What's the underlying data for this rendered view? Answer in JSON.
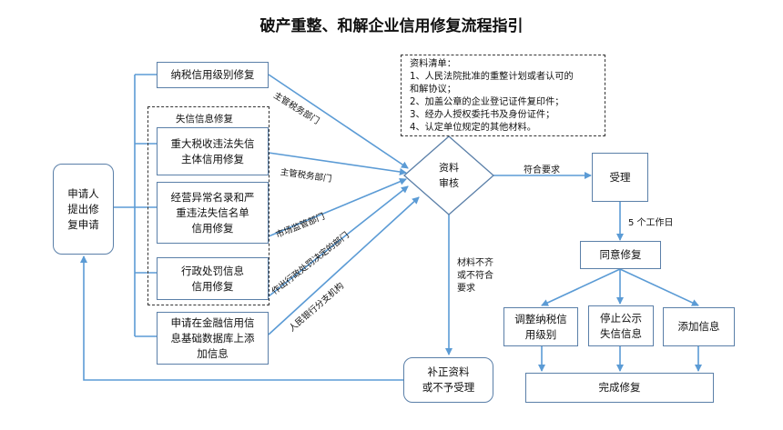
{
  "title": "破产重整、和解企业信用修复流程指引",
  "nodes": {
    "applicant": "申请人\n提出修\n复申请",
    "tax_credit": "纳税信用级别修复",
    "discredit_group": "失信信息修复",
    "tax_violation": "重大税收违法失信\n主体信用修复",
    "business_abnormal": "经营异常名录和严\n重违法失信名单\n信用修复",
    "admin_penalty": "行政处罚信息\n信用修复",
    "finance_db": "申请在金融信用信\n息基础数据库上添\n加信息",
    "review": "资料\n审核",
    "accept": "受理",
    "agree": "同意修复",
    "adjust_tax": "调整纳税信\n用级别",
    "stop_public": "停止公示\n失信信息",
    "add_info": "添加信息",
    "complete": "完成修复",
    "supplement": "补正资料\n或不予受理"
  },
  "materials": {
    "heading": "资料清单：",
    "items": [
      "1、人民法院批准的重整计划或者认可的\n和解协议；",
      "2、加盖公章的企业登记证件复印件；",
      "3、经办人授权委托书及身份证件；",
      "4、认定单位规定的其他材料。"
    ]
  },
  "edges": {
    "tax_dept_1": "主管税务部门",
    "tax_dept_2": "主管税务部门",
    "market_dept": "市场监管部门",
    "penalty_dept": "作出行政处罚决定的部门",
    "pboc": "人民银行分支机构",
    "meets": "符合要求",
    "days": "5 个工作日",
    "incomplete": "材料不齐\n或不符合\n要求"
  },
  "colors": {
    "border": "#5a7fa8",
    "arrow": "#5b9bd5",
    "text": "#111111"
  }
}
